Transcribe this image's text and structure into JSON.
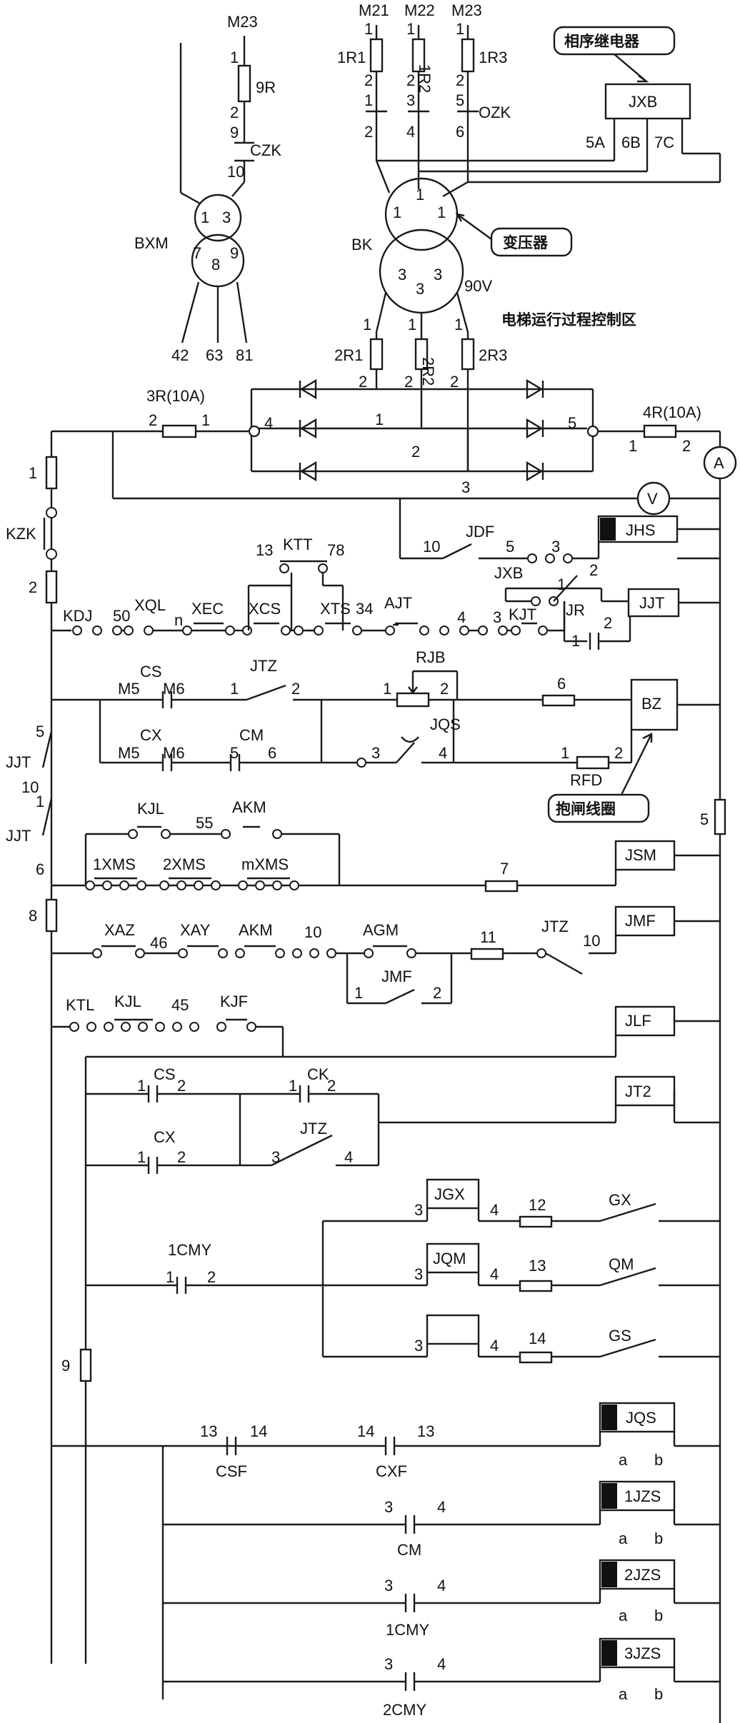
{
  "top": {
    "m23_left": "M23",
    "r9": "9R",
    "n1": "1",
    "n2": "2",
    "n9": "9",
    "n10": "10",
    "czk": "CZK",
    "bxm": "BXM",
    "bxm_1": "1",
    "bxm_3": "3",
    "bxm_7": "7",
    "bxm_8": "8",
    "bxm_9": "9",
    "out_42": "42",
    "out_63": "63",
    "out_81": "81",
    "m21": "M21",
    "m22": "M22",
    "m23": "M23",
    "r1": "1R1",
    "r2": "1R2",
    "r3": "1R3",
    "ozk": "OZK",
    "t1": "1",
    "t2": "2",
    "t3": "3",
    "t4": "4",
    "t5": "5",
    "t6": "6",
    "jxb_callout": "相序继电器",
    "jxb": "JXB",
    "jxb_5a": "5A",
    "jxb_6b": "6B",
    "jxb_7c": "7C",
    "bk": "BK",
    "bk_callout": "变压器",
    "bk_v": "90V",
    "zone_label": "电梯运行过程控制区",
    "r2_1": "2R1",
    "r2_2": "2R2",
    "r2_3": "2R3",
    "fuse3": "3R(10A)",
    "fuse4": "4R(10A)",
    "ammeter": "A",
    "voltmeter": "V"
  },
  "control": {
    "kzk": "KZK",
    "jdf": "JDF",
    "jhs": "JHS",
    "jxb2": "JXB",
    "kjt": "KJT",
    "jr": "JR",
    "jjt": "JJT",
    "ktt": "KTT",
    "k13": "13",
    "k78": "78",
    "kdj": "KDJ",
    "n50": "50",
    "xql": "XQL",
    "nn": "n",
    "xec": "XEC",
    "xcs": "XCS",
    "xts": "XTS",
    "n34": "34",
    "ajt": "AJT",
    "cs": "CS",
    "m5": "M5",
    "m6": "M6",
    "jtz": "JTZ",
    "rjb": "RJB",
    "bz": "BZ",
    "cx": "CX",
    "cm": "CM",
    "jqs": "JQS",
    "rfd": "RFD",
    "brake_callout": "抱闸线圈",
    "kjl": "KJL",
    "n55": "55",
    "akm": "AKM",
    "xms1": "1XMS",
    "xms2": "2XMS",
    "xmsm": "mXMS",
    "jsm": "JSM",
    "xaz": "XAZ",
    "n46": "46",
    "xay": "XAY",
    "agm": "AGM",
    "jmf_c": "JMF",
    "jmf": "JMF",
    "ktl": "KTL",
    "n45": "45",
    "kjf": "KJF",
    "jlf": "JLF",
    "ck": "CK",
    "jt2": "JT2",
    "jgx": "JGX",
    "gx": "GX",
    "cmy1": "1CMY",
    "jqm": "JQM",
    "qm": "QM",
    "gs": "GS",
    "csf": "CSF",
    "cxf": "CXF",
    "jqs2": "JQS",
    "jzs1": "1JZS",
    "jzs2": "2JZS",
    "jzs3": "3JZS",
    "cmy2": "1CMY",
    "cmy3": "2CMY",
    "a": "a",
    "b": "b",
    "w1": "1",
    "w2": "2",
    "w3": "3",
    "w4": "4",
    "w5": "5",
    "w6": "6",
    "w7": "7",
    "w8": "8",
    "w9": "9",
    "w10": "10",
    "w11": "11",
    "w12": "12",
    "w13": "13",
    "w14": "14"
  }
}
